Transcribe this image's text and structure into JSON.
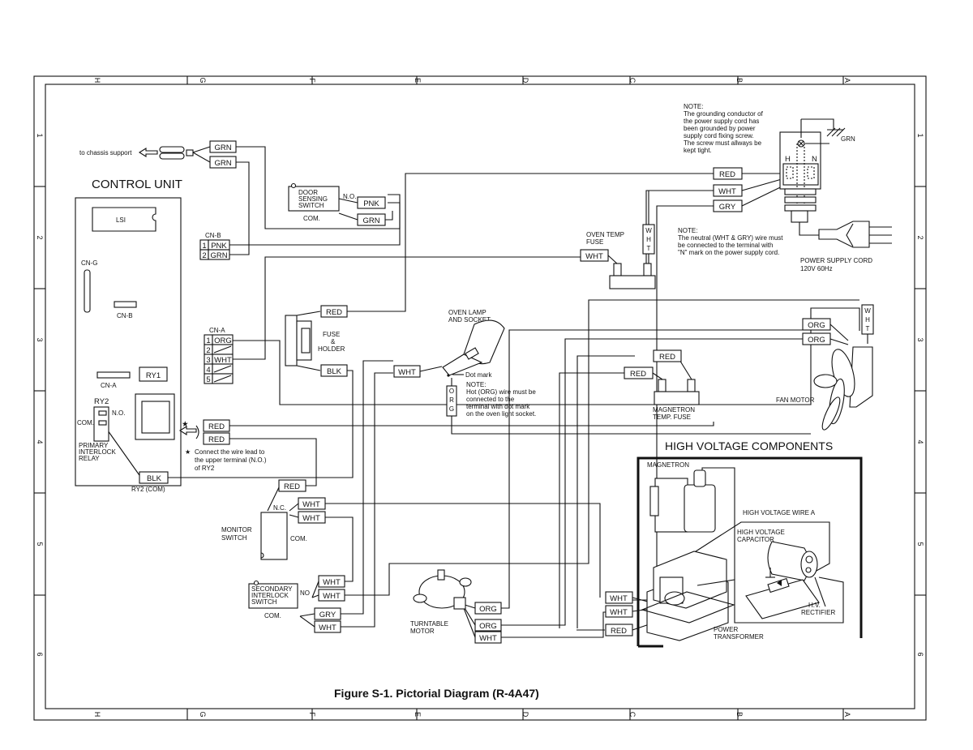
{
  "figure_title": "Figure S-1. Pictorial Diagram (R-4A47)",
  "frame": {
    "column_labels": [
      "H",
      "G",
      "F",
      "E",
      "D",
      "C",
      "B",
      "A"
    ],
    "row_labels": [
      "1",
      "2",
      "3",
      "4",
      "5",
      "6"
    ]
  },
  "chassis": {
    "label": "to chassis support",
    "wires": [
      "GRN",
      "GRN"
    ]
  },
  "control_unit": {
    "title": "CONTROL UNIT",
    "lsi": "LSI",
    "cn_g": "CN-G",
    "cn_b_board": "CN-B",
    "cn_a_board": "CN-A",
    "ry1": "RY1",
    "ry2": "RY2",
    "ry2_no": "N.O.",
    "ry2_com": "COM.",
    "relay_label": [
      "PRIMARY",
      "INTERLOCK",
      "RELAY"
    ],
    "ry2_com_label": "RY2 (COM)",
    "ry2_wire": "BLK"
  },
  "cn_b": {
    "label": "CN-B",
    "pins": [
      {
        "n": "1",
        "wire": "PNK"
      },
      {
        "n": "2",
        "wire": "GRN"
      }
    ]
  },
  "cn_a": {
    "label": "CN-A",
    "pins": [
      {
        "n": "1",
        "wire": "ORG"
      },
      {
        "n": "2",
        "wire": ""
      },
      {
        "n": "3",
        "wire": "WHT"
      },
      {
        "n": "4",
        "wire": ""
      },
      {
        "n": "5",
        "wire": ""
      }
    ]
  },
  "door_sensing_switch": {
    "label": [
      "DOOR",
      "SENSING",
      "SWITCH"
    ],
    "no": "N.O.",
    "com": "COM.",
    "wires": [
      "PNK",
      "GRN"
    ]
  },
  "fuse_holder": {
    "label": [
      "FUSE",
      "&",
      "HOLDER"
    ],
    "wires": [
      "RED",
      "BLK"
    ]
  },
  "star_note": {
    "star": "★",
    "text": [
      "Connect the wire lead to",
      "the upper terminal (N.O.)",
      "of  RY2"
    ],
    "wires": [
      "RED",
      "RED"
    ]
  },
  "monitor_switch": {
    "label": [
      "MONITOR",
      "SWITCH"
    ],
    "nc": "N.C.",
    "com": "COM.",
    "wires": [
      "RED",
      "WHT",
      "WHT"
    ]
  },
  "secondary_interlock": {
    "label": [
      "SECONDARY",
      "INTERLOCK",
      "SWITCH"
    ],
    "no": "NO",
    "com": "COM.",
    "wires": [
      "WHT",
      "WHT",
      "GRY",
      "WHT"
    ]
  },
  "turntable_motor": {
    "label": [
      "TURNTABLE",
      "MOTOR"
    ],
    "wires": [
      "ORG",
      "ORG",
      "WHT"
    ]
  },
  "oven_lamp": {
    "label": [
      "OVEN LAMP",
      "AND SOCKET"
    ],
    "dot_mark": "Dot mark",
    "wire_wht": "WHT",
    "wire_org": [
      "O",
      "R",
      "G"
    ],
    "note": [
      "NOTE:",
      "Hot (ORG) wire must be",
      "connected       to       the",
      "terminal with dot mark",
      "on the oven light socket."
    ]
  },
  "oven_temp_fuse": {
    "label": [
      "OVEN TEMP",
      "FUSE"
    ],
    "wire": "WHT",
    "wire_vertical": [
      "W",
      "H",
      "T"
    ]
  },
  "power_cord": {
    "note_top": [
      "NOTE:",
      "The grounding conductor of",
      "the power supply cord has",
      "been grounded by power",
      "supply cord fixing screw.",
      "The screw must allways be",
      "kept  tight."
    ],
    "grn": "GRN",
    "h": "H",
    "n": "N",
    "wires": [
      "RED",
      "WHT",
      "GRY"
    ],
    "note_bottom": [
      "NOTE:",
      "The neutral (WHT & GRY) wire must",
      "be connected to the terminal with",
      "\"N\" mark on the power supply cord."
    ],
    "label": [
      "POWER SUPPLY CORD",
      "120V 60Hz"
    ]
  },
  "fan_motor": {
    "label": "FAN MOTOR",
    "wires": [
      "ORG",
      "ORG"
    ],
    "wire_vertical": [
      "W",
      "H",
      "T"
    ]
  },
  "magnetron_temp_fuse": {
    "label": [
      "MAGNETRON",
      "TEMP. FUSE"
    ],
    "wires": [
      "RED",
      "RED"
    ]
  },
  "high_voltage": {
    "title": "HIGH VOLTAGE COMPONENTS",
    "magnetron": "MAGNETRON",
    "hv_wire": "HIGH VOLTAGE WIRE A",
    "capacitor": [
      "HIGH VOLTAGE",
      "CAPACITOR"
    ],
    "rectifier": [
      "H.V.",
      "RECTIFIER"
    ],
    "transformer": [
      "POWER",
      "TRANSFORMER"
    ],
    "wires": [
      "WHT",
      "WHT",
      "RED"
    ]
  }
}
